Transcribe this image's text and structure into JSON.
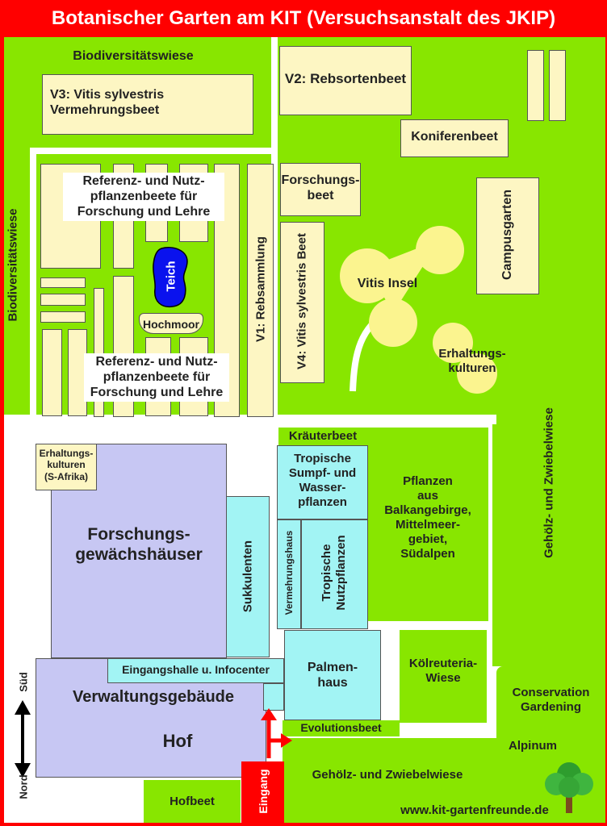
{
  "title": "Botanischer Garten am KIT (Versuchsanstalt des JKIP)",
  "labels": {
    "biodiv_top": "Biodiversitätswiese",
    "biodiv_left": "Biodiversitätswiese",
    "v3": "V3: Vitis sylvestris\nVermehrungsbeet",
    "v2": "V2: Rebsortenbeet",
    "koniferen": "Koniferenbeet",
    "forschungsbeet": "Forschungs-\nbeet",
    "campusgarten": "Campusgarten",
    "referenz_top": "Referenz- und Nutz-\npflanzenbeete für\nForschung und Lehre",
    "referenz_bottom": "Referenz- und Nutz-\npflanzenbeete für\nForschung und Lehre",
    "teich": "Teich",
    "hochmoor": "Hochmoor",
    "v1": "V1: Rebsammlung",
    "v4": "V4: Vitis sylvestris Beet",
    "vitis_insel": "Vitis Insel",
    "erhaltung_right": "Erhaltungs-\nkulturen",
    "kraeuterbeet": "Kräuterbeet",
    "tropische_sumpf": "Tropische\nSumpf- und\nWasser-\npflanzen",
    "pflanzen_balkan": "Pflanzen\naus\nBalkangebirge,\nMittelmeer-\ngebiet,\nSüdalpen",
    "gehoelz_right": "Gehölz- und Zwiebelwiese",
    "erhaltung_safrika": "Erhaltungs-\nkulturen\n(S-Afrika)",
    "forschungsgewaechshaeuser": "Forschungs-\ngewächshäuser",
    "sukkulenten": "Sukkulenten",
    "vermehrungshaus": "Vermehrungshaus",
    "tropische_nutz": "Tropische\nNutzpflanzen",
    "eingangshalle": "Eingangshalle u. Infocenter",
    "palmenhaus": "Palmen-\nhaus",
    "koelreuteria": "Kölreuteria-\nWiese",
    "verwaltung": "Verwaltungsgebäude",
    "conservation": "Conservation\nGardening",
    "evolutionsbeet": "Evolutionsbeet",
    "hof": "Hof",
    "alpinum": "Alpinum",
    "gehoelz_bottom": "Gehölz- und Zwiebelwiese",
    "hofbeet": "Hofbeet",
    "eingang": "Eingang",
    "website": "www.kit-gartenfreunde.de"
  },
  "compass": {
    "south": "Süd",
    "north": "Nord"
  },
  "colors": {
    "frame": "#ff0000",
    "grass": "#88e600",
    "path": "#ffffff",
    "bed": "#fdf6c3",
    "house": "#c7c7f3",
    "glasshouse": "#a2f4f4",
    "pond": "#0a12ee",
    "island": "#fbf48f",
    "entrance": "#ff0000"
  },
  "icons": [
    "tree-icon",
    "compass-arrow-icon",
    "entrance-arrow-icon"
  ]
}
